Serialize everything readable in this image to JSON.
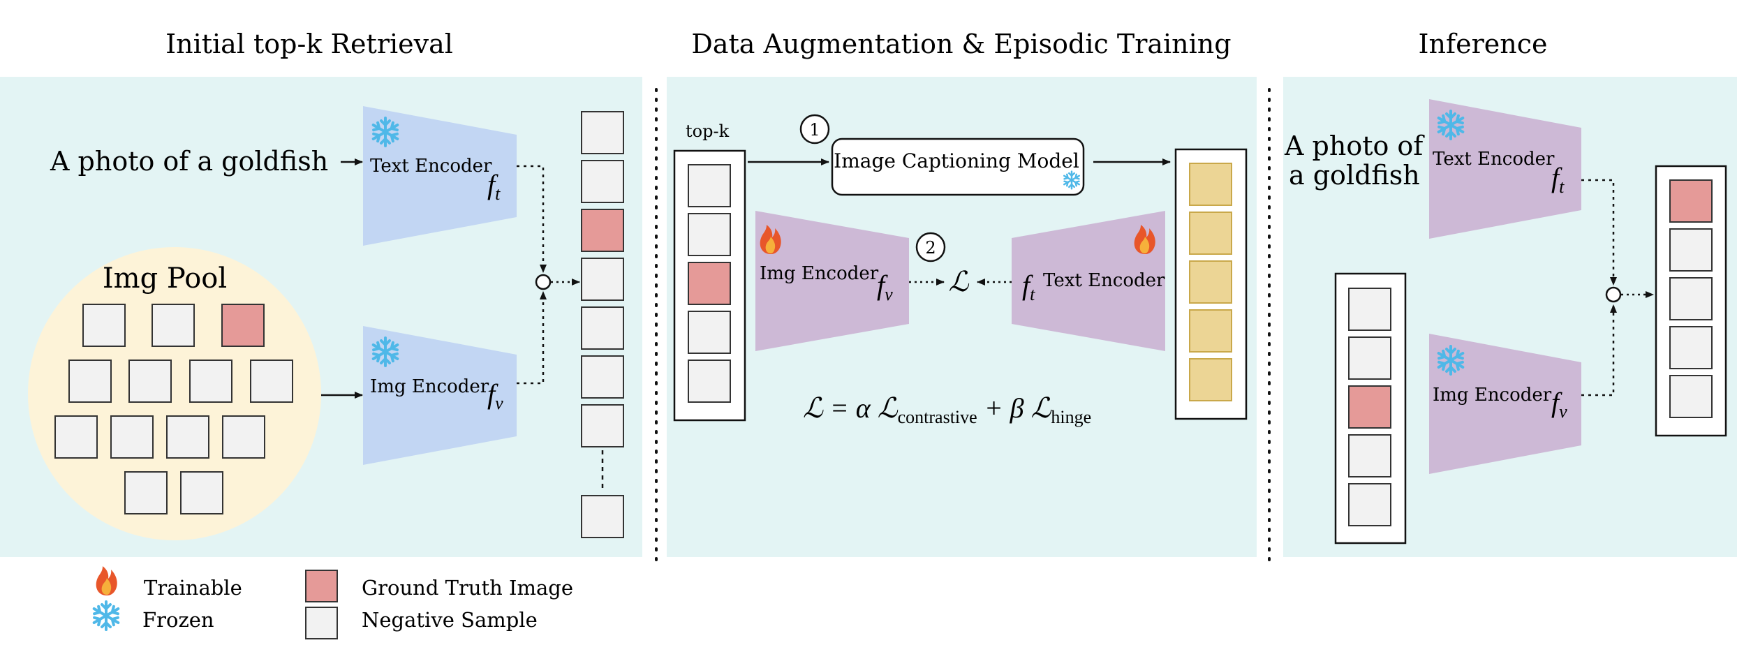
{
  "titles": {
    "retrieval": "Initial top-k Retrieval",
    "training": "Data Augmentation & Episodic Training",
    "inference": "Inference"
  },
  "retrieval": {
    "query": "A photo of a goldfish",
    "text_encoder": "Text Encoder",
    "text_symbol": "f",
    "text_sub": "t",
    "img_pool": "Img Pool",
    "img_encoder": "Img Encoder",
    "img_symbol": "f",
    "img_sub": "v"
  },
  "training": {
    "topk": "top-k",
    "step1": "1",
    "step2": "2",
    "captioning": "Image Captioning Model",
    "img_encoder": "Img Encoder",
    "img_symbol": "f",
    "img_sub": "v",
    "text_encoder": "Text Encoder",
    "text_symbol": "f",
    "text_sub": "t",
    "loss_symbol": "ℒ",
    "loss_formula": {
      "lhs": "ℒ = α ℒ",
      "sub1": "contrastive",
      "mid": " + β ℒ",
      "sub2": "hinge"
    }
  },
  "inference": {
    "query_line1": "A photo of",
    "query_line2": "a goldfish",
    "text_encoder": "Text Encoder",
    "text_symbol": "f",
    "text_sub": "t",
    "img_encoder": "Img Encoder",
    "img_symbol": "f",
    "img_sub": "v"
  },
  "legend": {
    "trainable": "Trainable",
    "frozen": "Frozen",
    "ground_truth": "Ground Truth Image",
    "negative": "Negative Sample"
  },
  "icons": {
    "trainable": "flame-icon",
    "frozen": "snowflake-icon"
  },
  "colors": {
    "panel_bg": "#e3f4f4",
    "pool_bg": "#fdf3d8",
    "frozen_encoder": "#c2d6f3",
    "trainable_encoder": "#cdb9d6",
    "ground_truth": "#e59a98",
    "negative": "#f2f2f2",
    "caption_box": "#ecd595",
    "snowflake": "#4fb8e8",
    "flame": "#e8562a"
  }
}
